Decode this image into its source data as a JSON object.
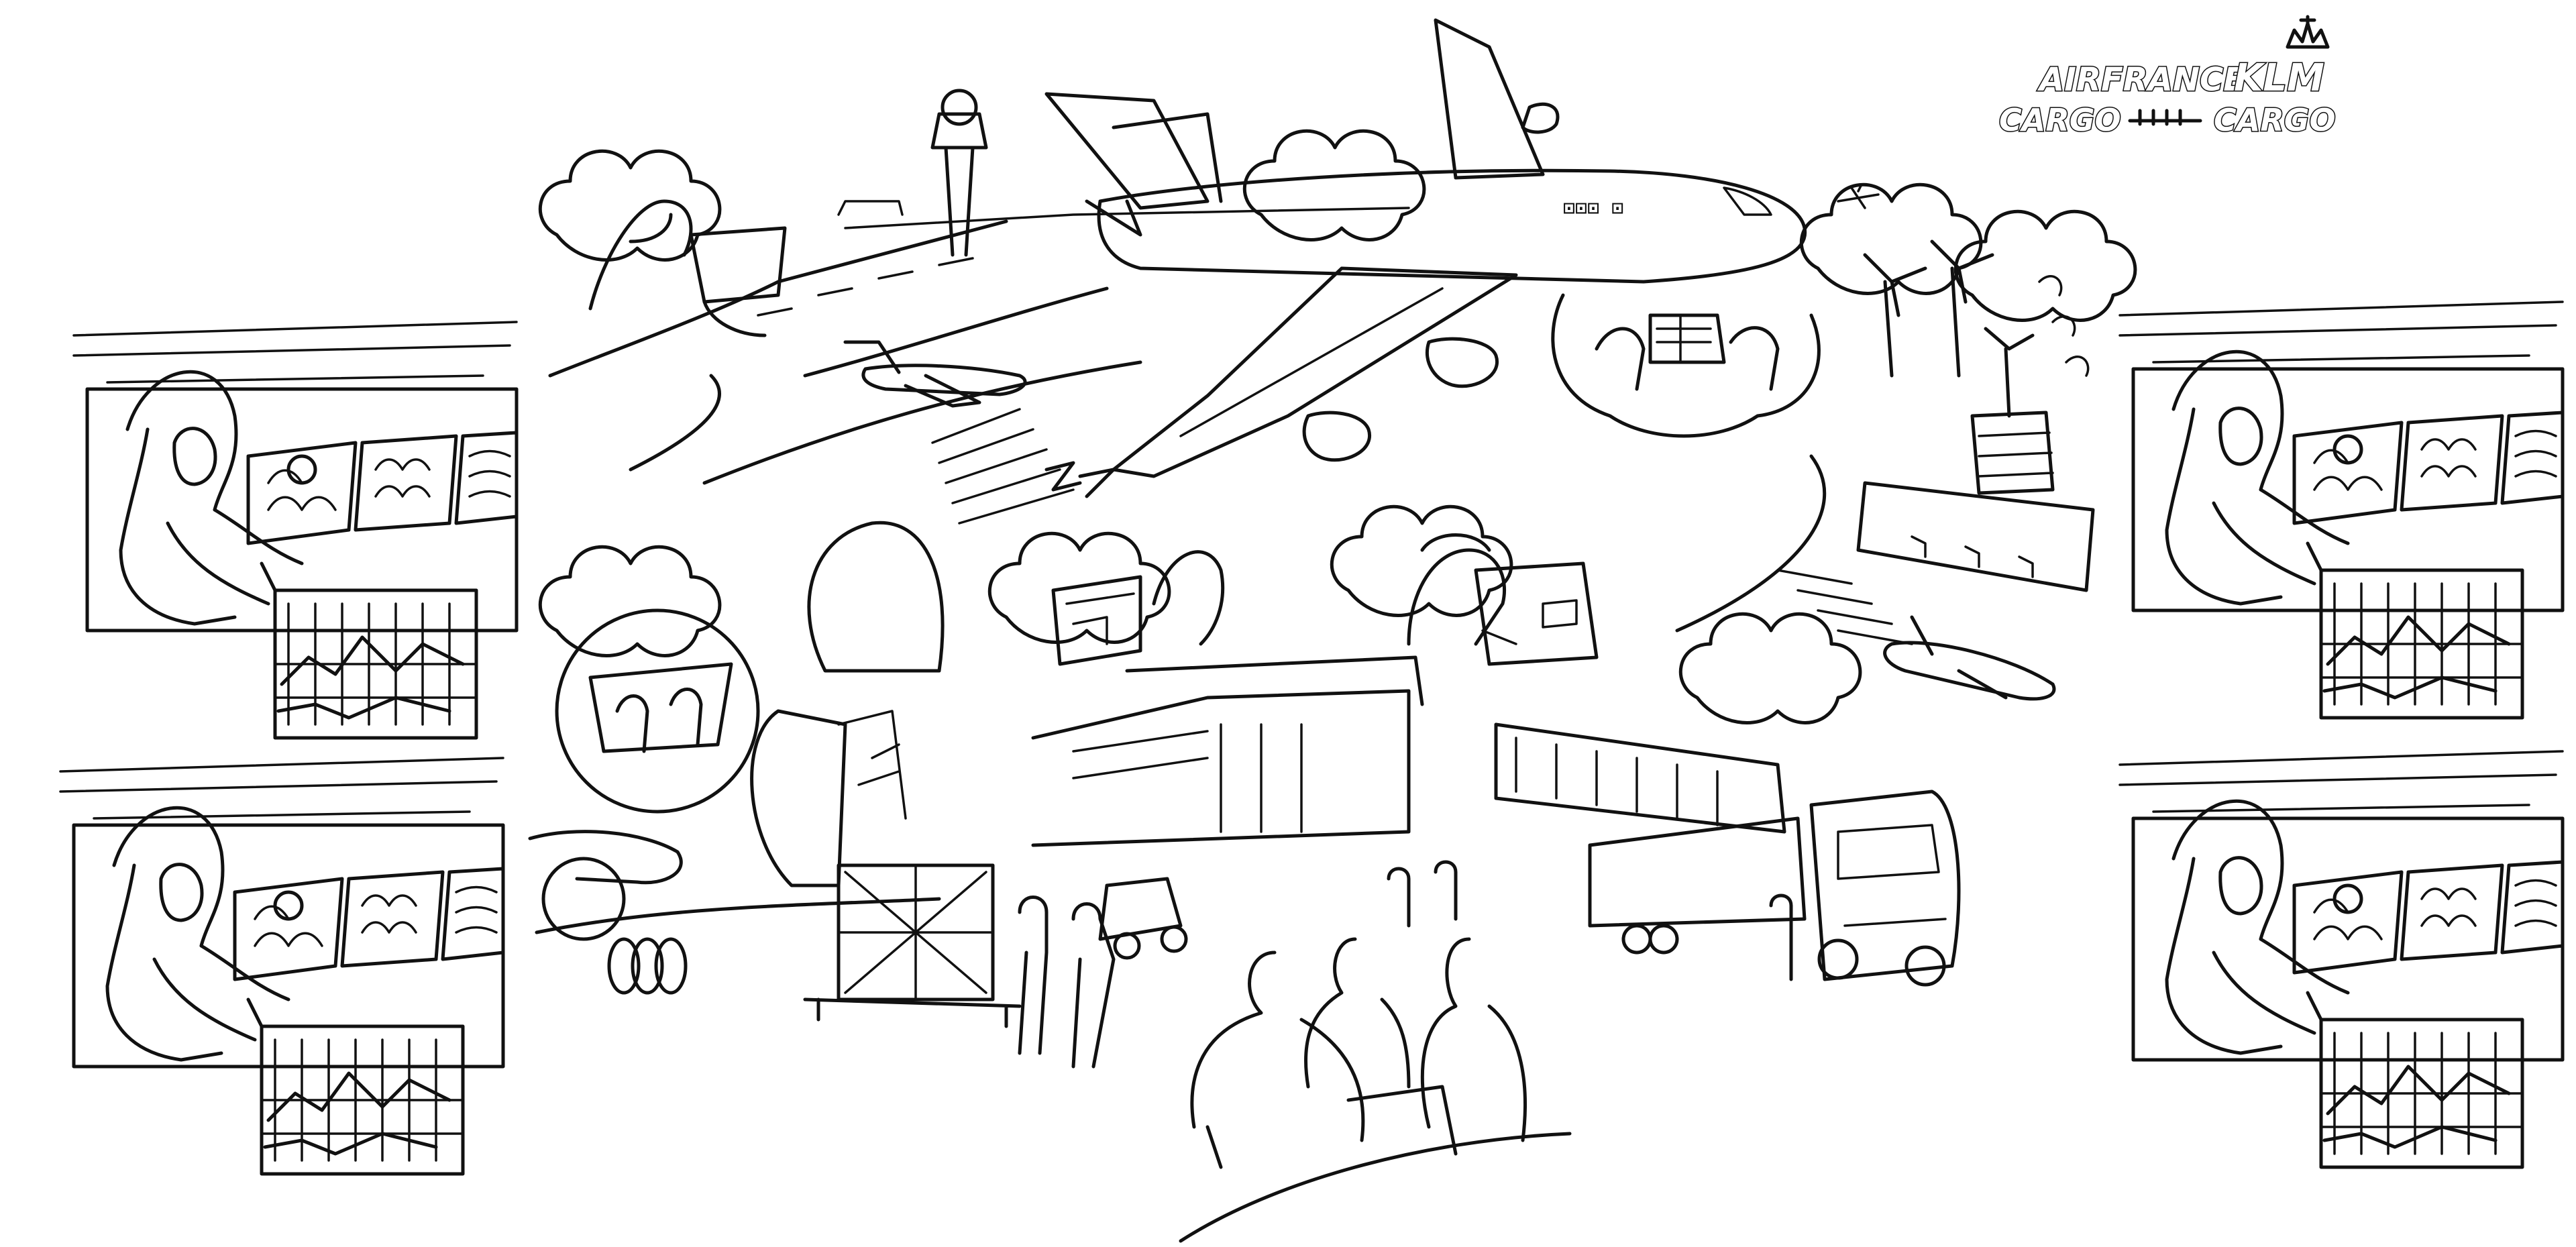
{
  "logo": {
    "line1_left": "AIRFRANCE",
    "line1_right": "KLM",
    "line2_left": "CARGO",
    "line2_right": "CARGO"
  },
  "aircraft_main": {
    "window_marks": "⊡⊡⊡ ⊡"
  },
  "colors": {
    "ink": "#111111",
    "paper": "#ffffff"
  }
}
